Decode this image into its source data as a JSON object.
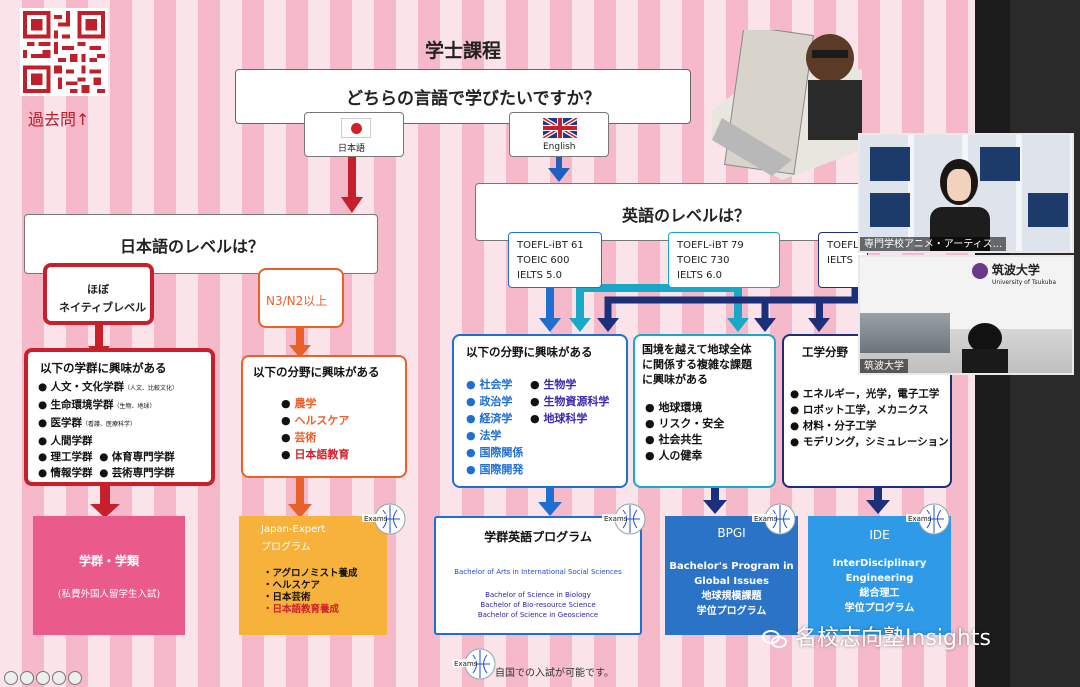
{
  "slide": {
    "title": "学士課程",
    "past_exams_label": "過去問↑",
    "question": "どちらの言語で学びたいですか？",
    "lang_japanese": "日本語",
    "lang_english": "English",
    "jp_level_q": "日本語のレベルは？",
    "en_level_q": "英語のレベルは？",
    "jp_native": "ほぼ\nネイティブレベル",
    "jp_native_l1": "ほぼ",
    "jp_native_l2": "ネイティブレベル",
    "jp_n3": "N3/N2以上",
    "toefl_61": [
      "TOEFL-iBT 61",
      "TOEIC 600",
      "IELTS 5.0"
    ],
    "toefl_79": [
      "TOEFL-iBT 79",
      "TOEIC 730",
      "IELTS 6.0"
    ],
    "toefl_cut": [
      "TOEFL",
      "IELTS"
    ],
    "interest_header": "以下の学群に興味がある",
    "interest_items": [
      "人文・文化学群",
      "生命環境学群",
      "医学群",
      "人間学群",
      "理工学群",
      "情報学群"
    ],
    "interest_small": [
      "（人文、比較文化）",
      "（生物、地球）",
      "（看護、医療科学）"
    ],
    "interest_items2": [
      "体育専門学群",
      "芸術専門学群"
    ],
    "field_header": "以下の分野に興味がある",
    "field_items": [
      "農学",
      "ヘルスケア",
      "芸術",
      "日本語教育"
    ],
    "en_field_header": "以下の分野に興味がある",
    "en_field_col1": [
      "社会学",
      "政治学",
      "経済学",
      "法学",
      "国際関係",
      "国際開発"
    ],
    "en_field_col2": [
      "生物学",
      "生物資源科学",
      "地球科学"
    ],
    "global_header": "国境を越えて地球全体\nに関係する複雑な課題\nに興味がある",
    "global_header_lines": [
      "国境を越えて地球全体",
      "に関係する複雑な課題",
      "に興味がある"
    ],
    "global_items": [
      "地球環境",
      "リスク・安全",
      "社会共生",
      "人の健幸"
    ],
    "eng_header": "工学分野",
    "eng_items": [
      "エネルギー，光学，電子工学",
      "ロボット工学，メカニクス",
      "材料・分子工学",
      "モデリング，シミュレーション"
    ],
    "prog_gakugun": "学群・学類",
    "prog_gakugun_sub": "(私費外国人留学生入試)",
    "prog_expert_title": "Japan-Expert",
    "prog_expert_sub": "プログラム",
    "prog_expert_items": [
      "・アグロノミスト養成",
      "・ヘルスケア",
      "・日本芸術",
      "・日本語教育養成"
    ],
    "prog_eigo_title": "学群英語プログラム",
    "prog_eigo_ba": "Bachelor of Arts in International Social Sciences",
    "prog_eigo_bs": [
      "Bachelor of Science in Biology",
      "Bachelor of Bio-resource Science",
      "Bachelor of Science in Geoscience"
    ],
    "prog_bpgi": "BPGI",
    "prog_bpgi_lines": [
      "Bachelor's Program in",
      "Global Issues",
      "地球規模課題",
      "学位プログラム"
    ],
    "prog_ide": "IDE",
    "prog_ide_lines": [
      "InterDisciplinary",
      "Engineering",
      "総合理工",
      "学位プログラム"
    ],
    "exams_label": "Exams",
    "footer_note": "自国での入試が可能です。"
  },
  "video": {
    "tile1_name": "専門学校アニメ・アーティス...",
    "tile2_name": "筑波大学",
    "univ_logo_jp": "筑波大学",
    "univ_logo_en": "University of Tsukuba"
  },
  "watermark": "名校志向塾Insights",
  "colors": {
    "red": "#d0202a",
    "orange": "#e9612a",
    "blue": "#1f6fd0",
    "navy": "#1b2f7a",
    "teal": "#18a8c8",
    "pink": "#ea5a8a",
    "gold": "#f6b23a",
    "ide_blue": "#2f9be8",
    "bpgi_blue": "#2a73c7"
  }
}
